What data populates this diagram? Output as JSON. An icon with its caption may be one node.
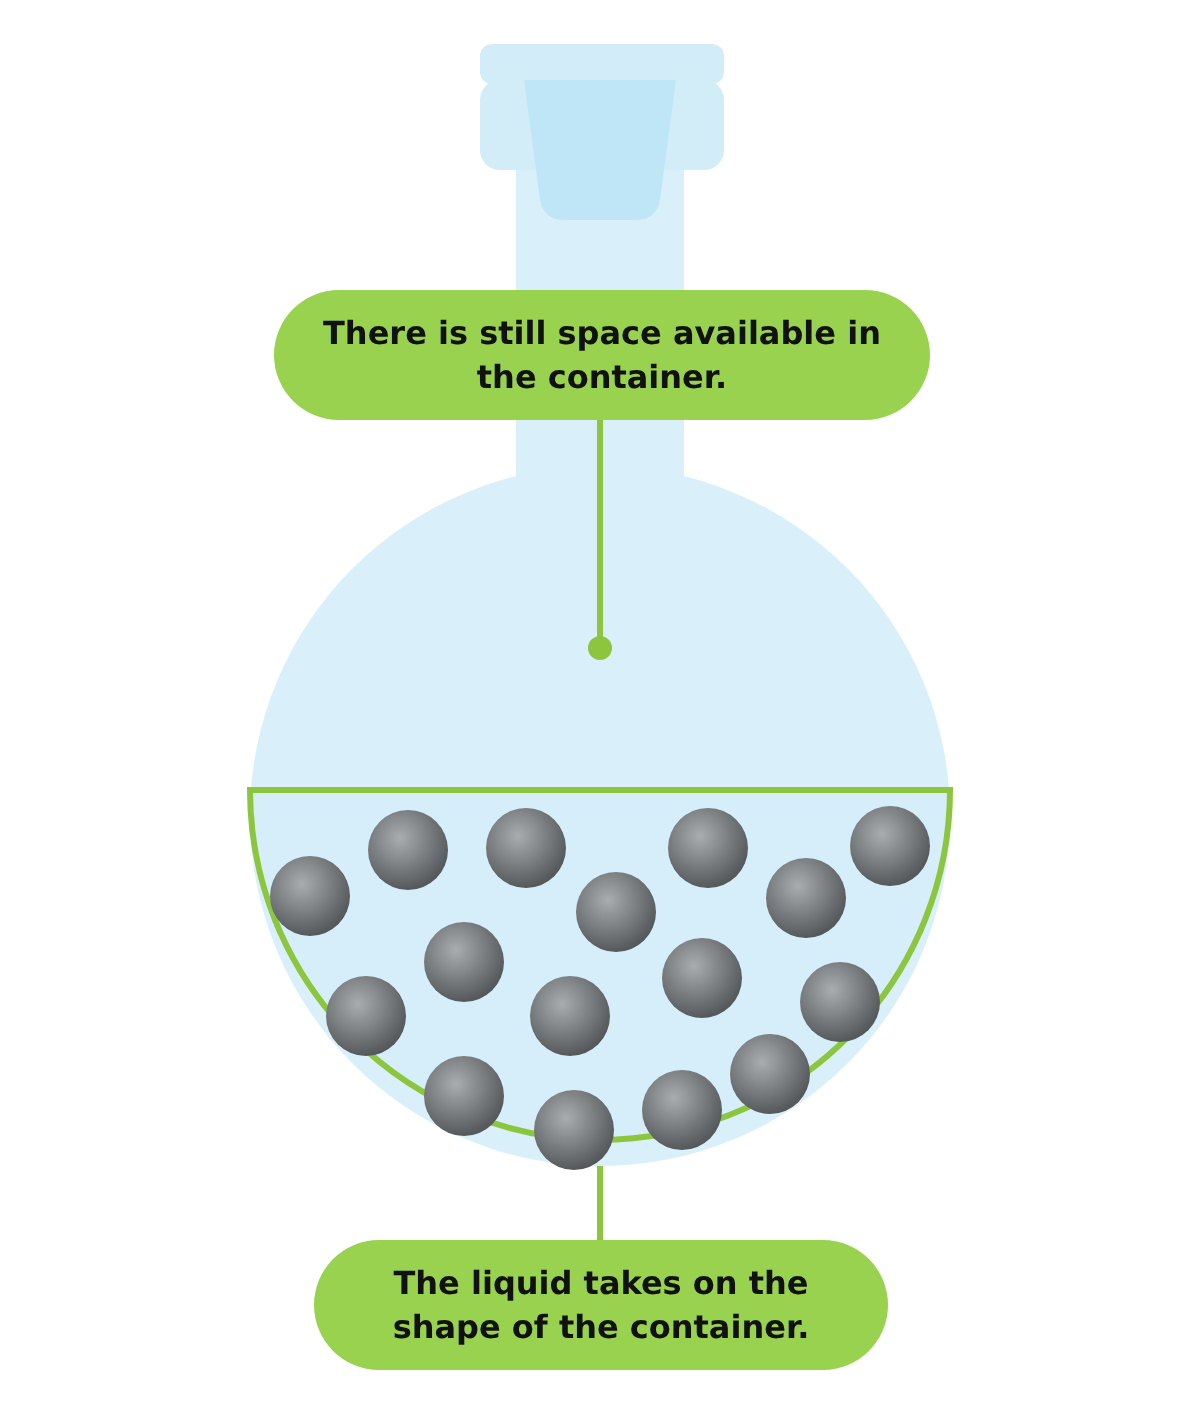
{
  "diagram": {
    "nodes": [
      {
        "text": [
          "There is still space available in the container."
        ]
      },
      {
        "text": [],
        "shape": "picture"
      },
      {
        "text": [
          "The liquid takes on the shape of the container."
        ]
      }
    ],
    "edges": [
      {
        "from": 0,
        "to": null,
        "arrow": "other"
      },
      {
        "from": 2,
        "to": 1,
        "arrow": "none"
      }
    ]
  }
}
